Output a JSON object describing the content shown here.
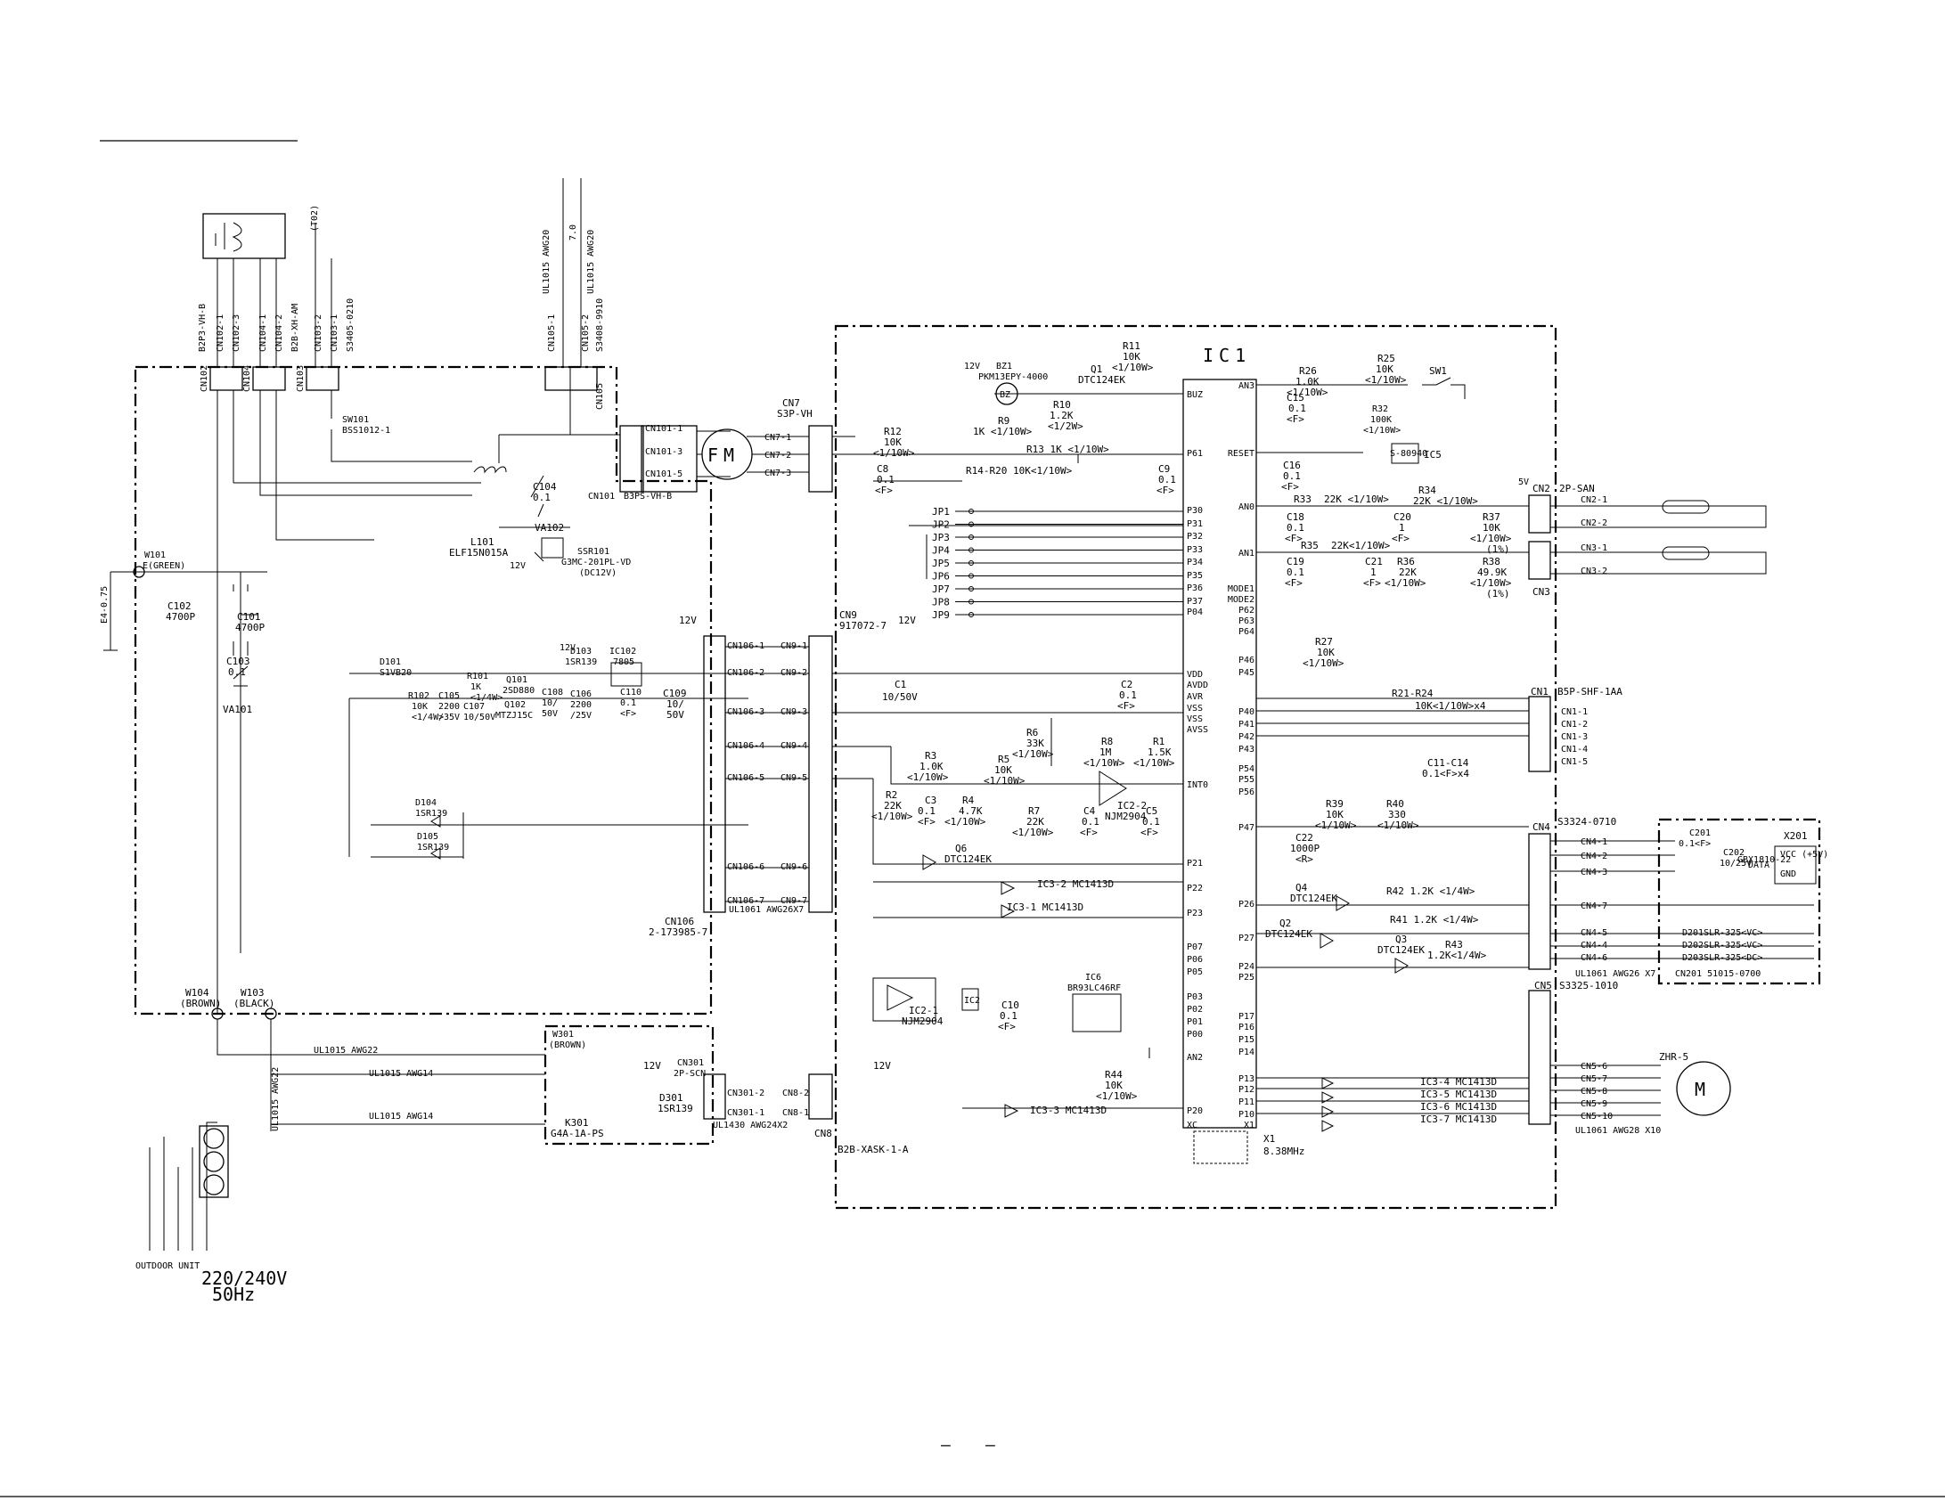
{
  "power": {
    "line1": "220/240V",
    "line2": "50Hz",
    "outdoor": "OUTDOOR UNIT"
  },
  "wires": {
    "w101": "W101",
    "w101_note": "E(GREEN)",
    "w104": "W104",
    "w104_note": "(BROWN)",
    "w103": "W103",
    "w103_note": "(BLACK)",
    "w301": "W301",
    "w301_note": "(BROWN)",
    "ul_awg22": "UL1015 AWG22",
    "ul_awg14a": "UL1015 AWG14",
    "ul_awg14b": "UL1015 AWG14"
  },
  "left": {
    "cn102_title": "B2P3-VH-B",
    "cn102": "CN102",
    "cn102_pins": [
      "CN102-1",
      "CN102-3"
    ],
    "cn104_title": "B2B-XH-AM",
    "cn104": "CN104",
    "cn104_pins": [
      "CN104-1",
      "CN104-2"
    ],
    "cn103_title": "S3405-0210",
    "cn103": "CN103",
    "cn103_pins": [
      "CN103-1",
      "CN103-2"
    ],
    "cn105": "CN105",
    "cn105_title": "S3408-9910",
    "cn105_pins": [
      "CN105-1",
      "CN105-2"
    ],
    "cn105_wire1": "UL1015 AWG20",
    "cn105_wire2": "UL1015 AWG20",
    "jw": "7.0",
    "t02": "(T02)",
    "sw101": "SW101",
    "sw101_part": "BSS1012-1",
    "cn101": "CN101",
    "cn101_title": "B3PS-VH-B",
    "cn101_pins": [
      "CN101-1",
      "CN101-3",
      "CN101-5"
    ],
    "fm": "FM",
    "cn7": "CN7",
    "cn7_title": "S3P-VH",
    "cn7_pins": [
      "CN7-1",
      "CN7-2",
      "CN7-3"
    ],
    "c104": "C104",
    "c104_val": "0.1",
    "va102": "VA102",
    "l101": "L101",
    "l101_part": "ELF15N015A",
    "ssr101": "SSR101",
    "ssr101_part": "G3MC-201PL-VD",
    "ssr101_v": "(DC12V)",
    "v12a": "12V",
    "c102": "C102",
    "c102_val": "4700P",
    "c101": "C101",
    "c101_val": "4700P",
    "c103": "C103",
    "c103_val": "0.1",
    "va101": "VA101",
    "gnd_lbl": "E4-0.75",
    "d101": "D101",
    "d101_part": "S1VB20",
    "r101": "R101",
    "r101_val": "1K",
    "r101_w": "<1/4W>",
    "q101": "Q101",
    "q101_part": "2SD880",
    "q102": "Q102",
    "q102_part": "MTZJ15C",
    "r102": "R102",
    "r102_val": "10K",
    "r102_w": "<1/4W>",
    "c105": "C105",
    "c105_val": "2200",
    "c105_v": "/35V",
    "c107": "C107",
    "c107_val": "10/50V",
    "c108": "C108",
    "c108_val": "10/",
    "c108_v": "50V",
    "ic102": "IC102",
    "ic102_part": "7805",
    "d103": "D103",
    "d103_part": "1SR139",
    "v12b": "12V",
    "c106": "C106",
    "c106_val": "2200",
    "c106_v": "/25V",
    "c110": "C110",
    "c110_val": "0.1",
    "c110_f": "<F>",
    "c109": "C109",
    "c109_val": "10/",
    "c109_v": "50V",
    "d104": "D104",
    "d104_part": "1SR139",
    "d105": "D105",
    "d105_part": "1SR139",
    "cn106": "CN106",
    "cn106_part": "2-173985-7",
    "cn106_pins": [
      "CN106-1",
      "CN106-2",
      "CN106-3",
      "CN106-4",
      "CN106-5",
      "CN106-6",
      "CN106-7"
    ],
    "cn9": "CN9",
    "cn9_title": "917072-7",
    "cn9_pins": [
      "CN9-1",
      "CN9-2",
      "CN9-3",
      "CN9-4",
      "CN9-5",
      "CN9-6",
      "CN9-7"
    ],
    "ul1061": "UL1061 AWG26X7",
    "v12c": "12V",
    "v12d": "12V",
    "cn301": "CN301",
    "cn301_title": "2P-SCN",
    "cn301_pins": [
      "CN301-2",
      "CN301-1"
    ],
    "ul1430": "UL1430 AWG24X2",
    "k301": "K301",
    "k301_part": "G4A-1A-PS",
    "d301": "D301",
    "d301_part": "1SR139",
    "v12e": "12V",
    "cn8": "CN8",
    "cn8_pins": [
      "CN8-2",
      "CN8-1"
    ],
    "cn8_part": "B2B-XASK-1-A",
    "v12f": "12V"
  },
  "main": {
    "ic1": "IC1",
    "bz1": "BZ1",
    "bz1_part": "PKM13EPY-4000",
    "bz": "BZ",
    "v12": "12V",
    "r9": "R9",
    "r9_val": "1K <1/10W>",
    "r10": "R10",
    "r10_val": "1.2K",
    "r10_w": "<1/2W>",
    "q1": "Q1",
    "q1_part": "DTC124EK",
    "r11": "R11",
    "r11_val": "10K",
    "r11_w": "<1/10W>",
    "r12": "R12",
    "r12_val": "10K",
    "r12_w": "<1/10W>",
    "c8": "C8",
    "c8_val": "0.1",
    "c8_f": "<F>",
    "r13": "R13 1K <1/10W>",
    "r14": "R14-R20 10K<1/10W>",
    "c9": "C9",
    "c9_val": "0.1",
    "c9_f": "<F>",
    "jp": [
      "JP1",
      "JP2",
      "JP3",
      "JP4",
      "JP5",
      "JP6",
      "JP7",
      "JP8",
      "JP9"
    ],
    "c1": "C1",
    "c1_val": "10/50V",
    "c2": "C2",
    "c2_val": "0.1",
    "c2_f": "<F>",
    "r3": "R3",
    "r3_val": "1.0K",
    "r3_w": "<1/10W>",
    "r6": "R6",
    "r6_val": "33K",
    "r6_w": "<1/10W>",
    "r5": "R5",
    "r5_val": "10K",
    "r5_w": "<1/10W>",
    "r8": "R8",
    "r8_val": "1M",
    "r8_w": "<1/10W>",
    "r1": "R1",
    "r1_val": "1.5K",
    "r1_w": "<1/10W>",
    "r2": "R2",
    "r2_val": "22K",
    "r2_w": "<1/10W>",
    "c3": "C3",
    "c3_val": "0.1",
    "c3_f": "<F>",
    "r4": "R4",
    "r4_val": "4.7K",
    "r4_w": "<1/10W>",
    "r7": "R7",
    "r7_val": "22K",
    "r7_w": "<1/10W>",
    "c4": "C4",
    "c4_val": "0.1",
    "c4_f": "<F>",
    "c5": "C5",
    "c5_val": "0.1",
    "c5_f": "<F>",
    "ic2_2": "IC2-2",
    "ic2_2_part": "NJM2904",
    "q6": "Q6",
    "q6_part": "DTC124EK",
    "ic3_2": "IC3-2 MC1413D",
    "ic3_1": "IC3-1 MC1413D",
    "ic3_3": "IC3-3 MC1413D",
    "ic2_1": "IC2-1",
    "ic2_1_part": "NJM2904",
    "ic2": "IC2",
    "c10": "C10",
    "c10_val": "0.1",
    "c10_f": "<F>",
    "ic6": "IC6",
    "ic6_part": "BR93LC46RF",
    "r44": "R44",
    "r44_val": "10K",
    "r44_w": "<1/10W>",
    "x1": "X1",
    "x1_val": "8.38MHz",
    "ic1_pins_left": [
      "BUZ",
      "P61",
      "P30",
      "P31",
      "P32",
      "P33",
      "P34",
      "P35",
      "P36",
      "P37",
      "P04",
      "VDD",
      "AVDD",
      "AVR",
      "VSS",
      "VSS",
      "AVSS",
      "INT0",
      "P21",
      "P22",
      "P23",
      "P07",
      "P06",
      "P05",
      "P03",
      "P02",
      "P01",
      "P00",
      "AN2",
      "P20",
      "XC"
    ],
    "ic1_pins_right": [
      "AN3",
      "RESET",
      "AN0",
      "AN1",
      "MODE1",
      "MODE2",
      "P62",
      "P63",
      "P64",
      "P46",
      "P45",
      "P40",
      "P41",
      "P42",
      "P43",
      "P54",
      "P55",
      "P56",
      "P47",
      "P26",
      "P27",
      "P24",
      "P25",
      "P17",
      "P16",
      "P15",
      "P14",
      "P13",
      "P12",
      "P11",
      "P10",
      "X1"
    ],
    "sw1": "SW1",
    "r26": "R26",
    "r26_val": "1.0K",
    "r26_w": "<1/10W>",
    "r25": "R25",
    "r25_val": "10K",
    "r25_w": "<1/10W>",
    "c15": "C15",
    "c15_val": "0.1",
    "c15_f": "<F>",
    "r32": "R32",
    "r32_val": "100K",
    "r32_w": "<1/10W>",
    "ic5": "IC5",
    "ic5_part": "S-80940",
    "c16": "C16",
    "c16_val": "0.1",
    "c16_f": "<F>",
    "r33": "R33",
    "r33_val": "22K <1/10W>",
    "r34": "R34",
    "r34_val": "22K <1/10W>",
    "c18": "C18",
    "c18_val": "0.1",
    "c18_f": "<F>",
    "c20": "C20",
    "c20_val": "1",
    "c20_f": "<F>",
    "r37": "R37",
    "r37_val": "10K",
    "r37_w": "<1/10W>",
    "r37_t": "(1%)",
    "r35": "R35",
    "r35_val": "22K<1/10W>",
    "c19": "C19",
    "c19_val": "0.1",
    "c19_f": "<F>",
    "c21": "C21",
    "c21_val": "1",
    "c21_f": "<F>",
    "r36": "R36",
    "r36_val": "22K",
    "r36_w": "<1/10W>",
    "r38": "R38",
    "r38_val": "49.9K",
    "r38_w": "<1/10W>",
    "r38_t": "(1%)",
    "cn2": "CN2",
    "cn2_title": "2P-SAN",
    "cn2_pins": [
      "CN2-1",
      "CN2-2"
    ],
    "cn3": "CN3",
    "cn3_pins": [
      "CN3-1",
      "CN3-2"
    ],
    "v5": "5V",
    "r27": "R27",
    "r27_val": "10K",
    "r27_w": "<1/10W>",
    "r21": "R21-R24",
    "r21_val": "10K<1/10W>x4",
    "c11": "C11-C14",
    "c11_val": "0.1<F>x4",
    "cn1": "CN1",
    "cn1_title": "B5P-SHF-1AA",
    "cn1_pins": [
      "CN1-1",
      "CN1-2",
      "CN1-3",
      "CN1-4",
      "CN1-5"
    ],
    "r39": "R39",
    "r39_val": "10K",
    "r39_w": "<1/10W>",
    "r40": "R40",
    "r40_val": "330",
    "r40_w": "<1/10W>",
    "c22": "C22",
    "c22_val": "1000P",
    "c22_r": "<R>",
    "cn4": "CN4",
    "cn4_title": "S3324-0710",
    "cn4_pins": [
      "CN4-1",
      "CN4-2",
      "CN4-3",
      "CN4-7",
      "CN4-5",
      "CN4-4",
      "CN4-6"
    ],
    "q4": "Q4",
    "q4_part": "DTC124EK",
    "q2": "Q2",
    "q2_part": "DTC124EK",
    "q3": "Q3",
    "q3_part": "DTC124EK",
    "r42": "R42 1.2K <1/4W>",
    "r41": "R41 1.2K <1/4W>",
    "r43": "R43",
    "r43_val": "1.2K<1/4W>",
    "cn201_c201": "C201",
    "c201_val": "0.1<F>",
    "c202": "C202",
    "c202_val": "10/25V",
    "x201": "X201",
    "vcc": "VCC (+5V)",
    "data": "DATA",
    "gnd": "GND",
    "gbx": "GBX1810-22",
    "d201": "D201SLR-325<VC>",
    "d202": "D202SLR-325<VC>",
    "d203": "D203SLR-325<DC>",
    "cn201": "CN201 51015-0700",
    "ul_cn4": "UL1061 AWG26 X7",
    "cn5": "CN5",
    "cn5_title": "S3325-1010",
    "cn5_pins": [
      "CN5-6",
      "CN5-7",
      "CN5-8",
      "CN5-9",
      "CN5-10"
    ],
    "ul_cn5": "UL1061 AWG28 X10",
    "ic3_4": "IC3-4 MC1413D",
    "ic3_5": "IC3-5 MC1413D",
    "ic3_6": "IC3-6 MC1413D",
    "ic3_7": "IC3-7 MC1413D",
    "m": "M",
    "zhr": "ZHR-5"
  },
  "footer": {
    "dash1": "—",
    "dash2": "—"
  }
}
